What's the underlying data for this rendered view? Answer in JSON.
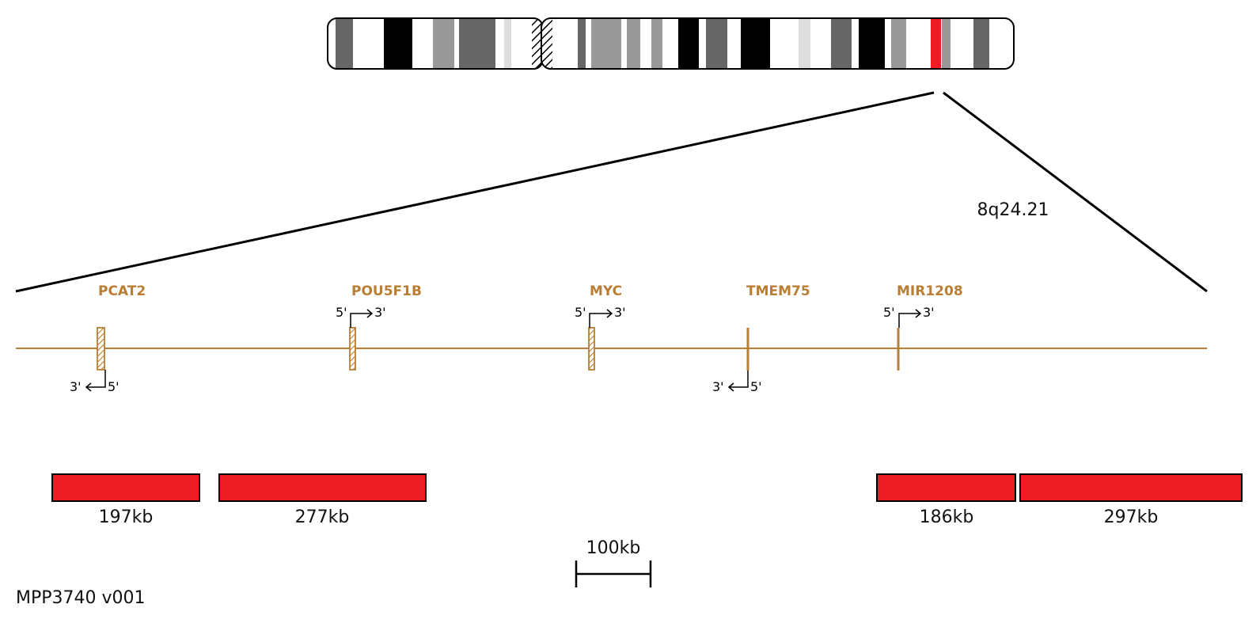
{
  "band_label": "8q24.21",
  "genes": [
    {
      "name": "PCAT2",
      "strand": "-",
      "style": "hatched",
      "five_prime": "5'",
      "three_prime": "3'"
    },
    {
      "name": "POU5F1B",
      "strand": "+",
      "style": "hatched",
      "five_prime": "5'",
      "three_prime": "3'"
    },
    {
      "name": "MYC",
      "strand": "+",
      "style": "hatched",
      "five_prime": "5'",
      "three_prime": "3'"
    },
    {
      "name": "TMEM75",
      "strand": "-",
      "style": "line",
      "five_prime": "5'",
      "three_prime": "3'"
    },
    {
      "name": "MIR1208",
      "strand": "+",
      "style": "line",
      "five_prime": "5'",
      "three_prime": "3'"
    }
  ],
  "regions": [
    {
      "size": "197kb"
    },
    {
      "size": "277kb"
    },
    {
      "size": "186kb"
    },
    {
      "size": "297kb"
    }
  ],
  "scale_bar": {
    "label": "100kb"
  },
  "footer": {
    "id": "MPP3740 v001"
  },
  "colors": {
    "gene": "#b97d34",
    "region": "#ee1c25",
    "highlight_band": "#ee1c25",
    "dark": "#000000",
    "band_dark": "#666666",
    "band_mid": "#999999",
    "band_black": "#000000",
    "band_light": "#dddddd"
  }
}
